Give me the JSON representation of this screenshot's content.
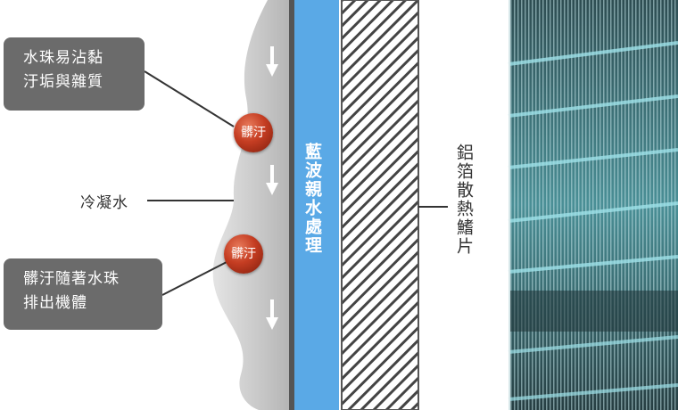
{
  "callouts": {
    "top": [
      "水珠易沾黏",
      "汙垢與雜質"
    ],
    "bottom": [
      "髒汙隨著水珠",
      "排出機體"
    ]
  },
  "condensate_label": "冷凝水",
  "dirt_label": "髒汙",
  "blue_layer_label": "藍波親水處理",
  "fin_label": "鋁箔散熱鰭片",
  "colors": {
    "callout_bg": "#6b6b6b",
    "water": "#c9c9c9",
    "blue_layer": "#5aa9e6",
    "dark_edge": "#555555",
    "dirt": "#c53d22",
    "fin_photo": "#3b8c98"
  },
  "icons": [
    "down-arrow-icon",
    "dirt-ball-icon",
    "fin-photo"
  ]
}
